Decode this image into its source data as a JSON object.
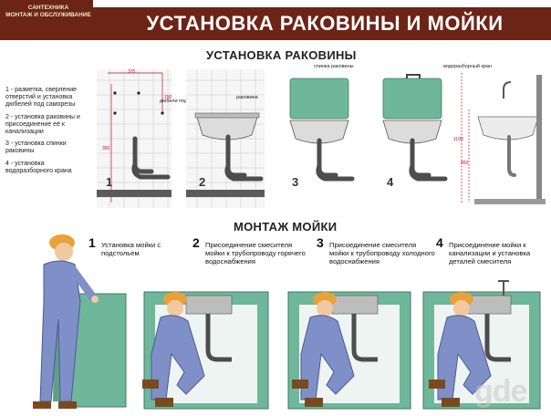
{
  "header": {
    "category_line1": "САНТЕХНИКА",
    "category_line2": "МОНТАЖ И ОБСЛУЖИВАНИЕ",
    "title": "УСТАНОВКА РАКОВИНЫ И МОЙКИ"
  },
  "sink_section": {
    "title": "УСТАНОВКА РАКОВИНЫ",
    "legend": [
      "1 - разметка, сверление отверстий и установка дюбелей под саморезы",
      "2 - установка раковины и присоединение её к канализации",
      "3 - установка спинки раковины",
      "4 - установка водоразборного крана"
    ],
    "panel_numbers": [
      "1",
      "2",
      "3",
      "4"
    ],
    "callouts": {
      "dowels": "дюбели под саморезы",
      "sink": "раковина",
      "backplate": "спинка раковины",
      "faucet": "водоразборный кран"
    },
    "dimensions": {
      "d1": "375",
      "d2": "150",
      "d3": "350",
      "d4": "1100",
      "d5": "850"
    }
  },
  "wash_section": {
    "title": "МОНТАЖ МОЙКИ",
    "steps": [
      {
        "n": "1",
        "text": "Установка мойки с подстольем"
      },
      {
        "n": "2",
        "text": "Присоединение смесителя мойки к трубопроводу горячего водоснабжения"
      },
      {
        "n": "3",
        "text": "Присоединение смесителя мойки к трубопроводу холодного водоснабжения"
      },
      {
        "n": "4",
        "text": "Присоединение мойки к канализации и установка деталей смесителя"
      }
    ]
  },
  "watermark": "gde",
  "colors": {
    "header_bg": "#6b2416",
    "cabinet_green": "#6fb79a",
    "worker_blue": "#7f8fc8",
    "helmet_orange": "#e8a23a",
    "dimension_red": "#c0102a",
    "pipe_gray": "#4d4d4d"
  }
}
